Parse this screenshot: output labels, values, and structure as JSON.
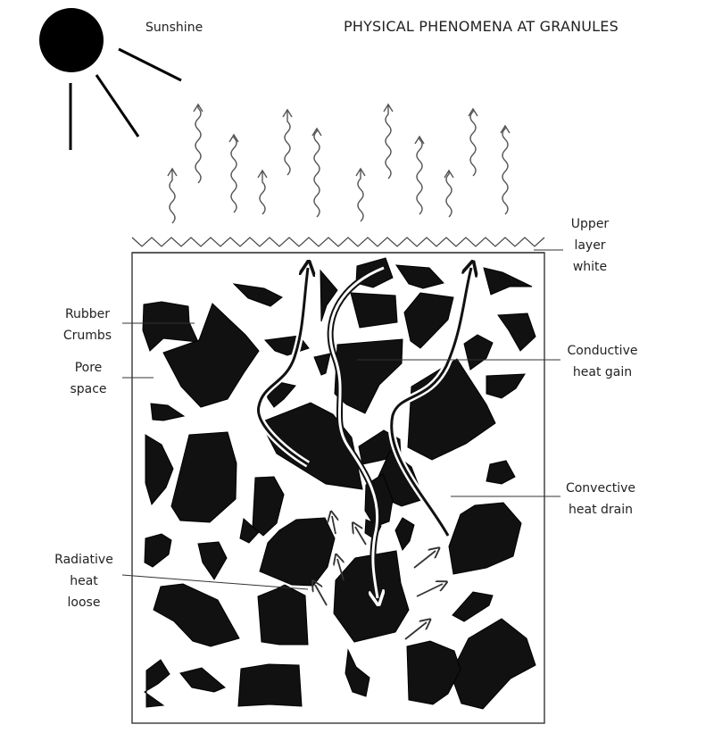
{
  "title": "PHYSICAL PHENOMENA AT GRANULES",
  "labels": {
    "sunshine": "Sunshine",
    "upper_layer": [
      "Upper",
      "layer",
      "white"
    ],
    "rubber_crumbs": [
      "Rubber",
      "Crumbs"
    ],
    "pore_space": [
      "Pore",
      "space"
    ],
    "conductive": [
      "Conductive",
      "heat gain"
    ],
    "convective": [
      "Convective",
      "heat drain"
    ],
    "radiative": [
      "Radiative",
      "heat",
      "loose"
    ]
  },
  "colors": {
    "ink": "#111111",
    "line": "#333333",
    "background": "#ffffff"
  },
  "icons": [
    "sun-icon",
    "heat-wave-icon",
    "heat-arrow-icon"
  ]
}
